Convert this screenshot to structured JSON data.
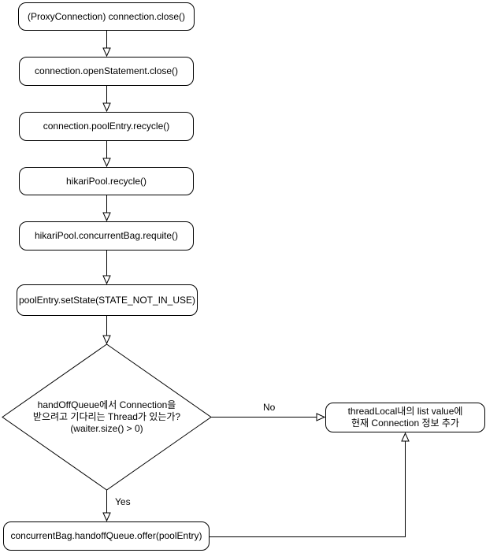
{
  "diagram": {
    "colors": {
      "background": "#ffffff",
      "node_fill": "#ffffff",
      "stroke": "#000000",
      "text": "#000000"
    },
    "nodes": {
      "proxy_close": {
        "label": "(ProxyConnection) connection.close()"
      },
      "open_statement_close": {
        "label": "connection.openStatement.close()"
      },
      "pool_entry_recycle": {
        "label": "connection.poolEntry.recycle()"
      },
      "hikari_pool_recycle": {
        "label": "hikariPool.recycle()"
      },
      "concurrent_bag_requite": {
        "label": "hikariPool.concurrentBag.requite()"
      },
      "set_state": {
        "label": "poolEntry.setState(STATE_NOT_IN_USE)"
      },
      "decision": {
        "lines": [
          "handOffQueue에서 Connection을",
          "받으려고 기다리는 Thread가 있는가?",
          "(waiter.size() > 0)"
        ]
      },
      "thread_local": {
        "lines": [
          "threadLocal내의 list value에",
          "현재 Connection 정보 추가"
        ]
      },
      "handoff_offer": {
        "label": "concurrentBag.handoffQueue.offer(poolEntry)"
      }
    },
    "edge_labels": {
      "no": "No",
      "yes": "Yes"
    }
  }
}
